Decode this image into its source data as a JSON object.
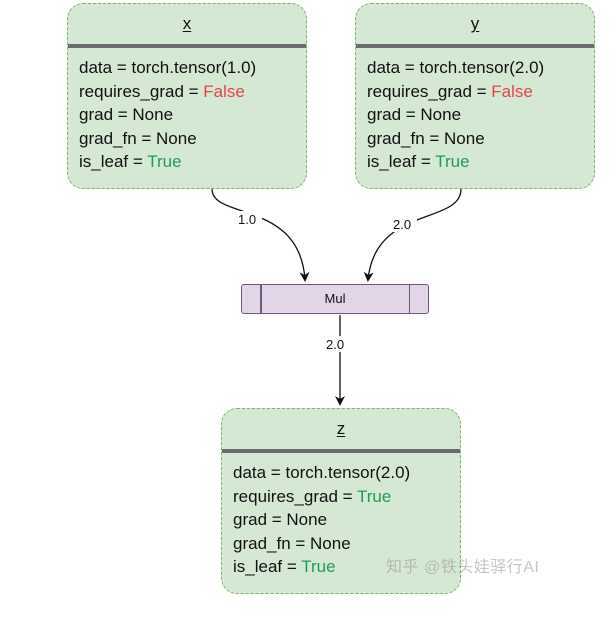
{
  "nodes": {
    "x": {
      "title": "x",
      "rows": [
        {
          "key": "data = ",
          "value": "torch.tensor(1.0)"
        },
        {
          "key": "requires_grad = ",
          "value": "False"
        },
        {
          "key": "grad = ",
          "value": "None"
        },
        {
          "key": "grad_fn = ",
          "value": "None"
        },
        {
          "key": "is_leaf = ",
          "value": "True"
        }
      ]
    },
    "y": {
      "title": "y",
      "rows": [
        {
          "key": "data = ",
          "value": "torch.tensor(2.0)"
        },
        {
          "key": "requires_grad = ",
          "value": "False"
        },
        {
          "key": "grad = ",
          "value": "None"
        },
        {
          "key": "grad_fn = ",
          "value": "None"
        },
        {
          "key": "is_leaf = ",
          "value": "True"
        }
      ]
    },
    "z": {
      "title": "z",
      "rows": [
        {
          "key": "data = ",
          "value": "torch.tensor(2.0)"
        },
        {
          "key": "requires_grad = ",
          "value": "True"
        },
        {
          "key": "grad = ",
          "value": "None"
        },
        {
          "key": "grad_fn = ",
          "value": "None"
        },
        {
          "key": "is_leaf = ",
          "value": "True"
        }
      ]
    }
  },
  "operation": {
    "label": "Mul"
  },
  "edges": {
    "x_to_mul": "1.0",
    "y_to_mul": "2.0",
    "mul_to_z": "2.0"
  },
  "colors": {
    "node_fill": "#d5e8d4",
    "node_border": "#82b366",
    "op_fill": "#e1d5e7",
    "false_value": "#e04848",
    "true_value": "#1f9d55"
  },
  "watermark": "知乎 @铁头娃驿行AI"
}
